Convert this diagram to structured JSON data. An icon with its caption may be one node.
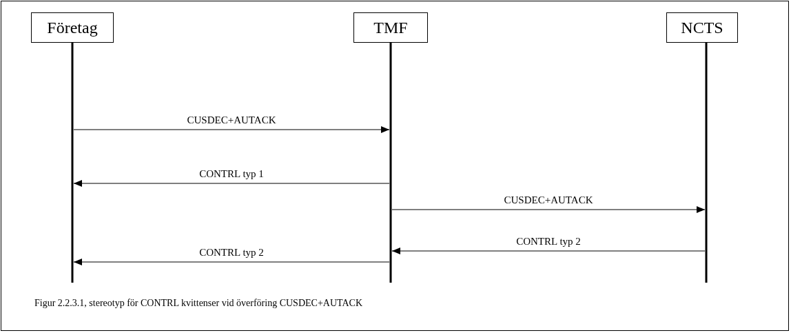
{
  "diagram": {
    "caption": "Figur 2.2.3.1, stereotyp för CONTRL kvittenser vid överföring CUSDEC+AUTACK",
    "nodes": [
      {
        "text": [
          "Företag"
        ]
      },
      {
        "text": [
          "TMF"
        ]
      },
      {
        "text": [
          "NCTS"
        ]
      }
    ],
    "edges": [
      {
        "from": 0,
        "to": 1,
        "arrow": "to",
        "label": "CUSDEC+AUTACK"
      },
      {
        "from": 1,
        "to": 0,
        "arrow": "to",
        "label": "CONTRL typ 1"
      },
      {
        "from": 1,
        "to": 2,
        "arrow": "to",
        "label": "CUSDEC+AUTACK"
      },
      {
        "from": 2,
        "to": 1,
        "arrow": "to",
        "label": "CONTRL typ 2"
      },
      {
        "from": 1,
        "to": 0,
        "arrow": "to",
        "label": "CONTRL typ 2"
      }
    ]
  }
}
